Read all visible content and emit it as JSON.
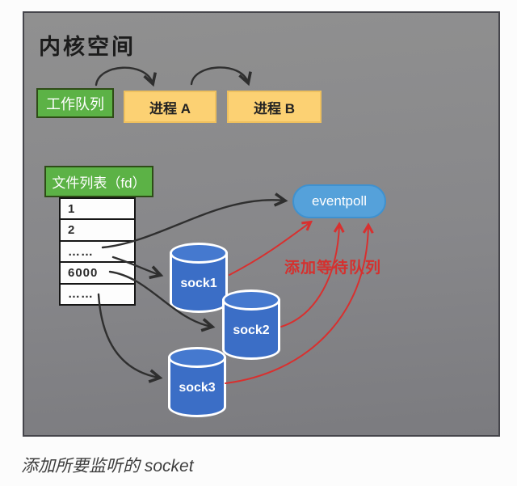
{
  "diagram": {
    "title": "内核空间",
    "caption": "添加所要监听的 socket"
  },
  "kernel_panel": {
    "work_queue_label": "工作队列",
    "process_a_label": "进程 A",
    "process_b_label": "进程 B",
    "file_list_header": "文件列表（fd）",
    "file_list_rows": [
      "1",
      "2",
      "……",
      "6000",
      "……"
    ],
    "eventpoll_label": "eventpoll",
    "sockets": [
      "sock1",
      "sock2",
      "sock3"
    ],
    "wait_queue_annotation": "添加等待队列"
  },
  "colors": {
    "panel_gray": "#87878a",
    "green": "#5cb246",
    "yellow": "#fcd173",
    "cylinder_blue": "#3b6ec6",
    "eventpoll_blue": "#55a1da",
    "annotation_red": "#d5302e",
    "arrow_black": "#2f2f2f"
  }
}
